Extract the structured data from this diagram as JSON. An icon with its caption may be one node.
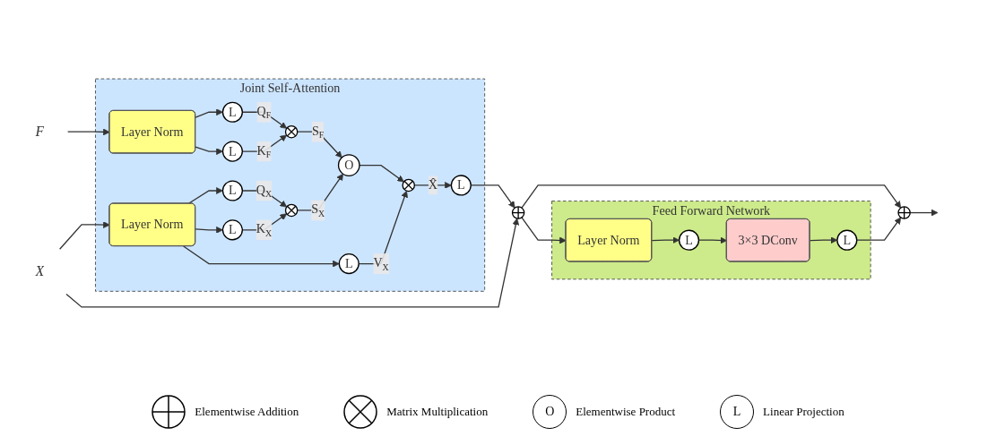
{
  "diagram": {
    "nodes": [
      {
        "text": [
          "Joint Self-Attention"
        ]
      },
      {
        "text": [
          "F"
        ]
      },
      {
        "text": [
          "X"
        ]
      },
      {
        "text": [
          "Layer Norm"
        ],
        "in": 0
      },
      {
        "text": [
          "L"
        ],
        "in": 0
      },
      {
        "text": [
          "L"
        ],
        "in": 0
      },
      {
        "text": [],
        "shape": "circle",
        "in": 0
      },
      {
        "text": [
          "O"
        ],
        "in": 0
      },
      {
        "text": [],
        "shape": "circle",
        "in": 0
      },
      {
        "text": [
          "L"
        ],
        "in": 0
      },
      {
        "text": [
          "Layer Norm"
        ],
        "in": 0
      },
      {
        "text": [
          "L"
        ],
        "in": 0
      },
      {
        "text": [
          "L"
        ],
        "in": 0
      },
      {
        "text": [],
        "shape": "circle",
        "in": 0
      },
      {
        "text": [
          "L"
        ],
        "in": 0
      },
      {
        "text": [],
        "shape": "circle"
      },
      {
        "text": [
          "Feed Forward Network"
        ]
      },
      {
        "text": [
          "Layer Norm"
        ],
        "in": 16
      },
      {
        "text": [
          "L"
        ],
        "in": 16
      },
      {
        "text": [
          "3×3 DConv"
        ],
        "in": 16
      },
      {
        "text": [
          "L"
        ],
        "in": 16
      },
      {
        "text": [],
        "shape": "circle"
      }
    ],
    "edges": [
      {
        "from": 1,
        "to": 3,
        "arrow": "to"
      },
      {
        "from": 2,
        "to": 10,
        "arrow": "to"
      },
      {
        "from": 3,
        "to": 4,
        "arrow": "to"
      },
      {
        "from": 3,
        "to": 5,
        "arrow": "to"
      },
      {
        "from": 4,
        "to": 6,
        "arrow": "to",
        "label": "Q$_{F}$"
      },
      {
        "from": 5,
        "to": 6,
        "arrow": "to",
        "label": "K$_{F}$"
      },
      {
        "from": 6,
        "to": 7,
        "arrow": "to",
        "label": "S$_{F}$"
      },
      {
        "from": 10,
        "to": 11,
        "arrow": "to"
      },
      {
        "from": 10,
        "to": 12,
        "arrow": "to"
      },
      {
        "from": 10,
        "to": 14,
        "arrow": "to"
      },
      {
        "from": 11,
        "to": 13,
        "arrow": "to",
        "label": "Q$_{X}$"
      },
      {
        "from": 12,
        "to": 13,
        "arrow": "to",
        "label": "K$_{X}$"
      },
      {
        "from": 13,
        "to": 7,
        "arrow": "to",
        "label": "S$_{X}$"
      },
      {
        "from": 7,
        "to": 8,
        "arrow": "to"
      },
      {
        "from": 14,
        "to": 8,
        "arrow": "to",
        "label": "V$_{X}$"
      },
      {
        "from": 8,
        "to": 9,
        "arrow": "to",
        "label": "X̂"
      },
      {
        "from": 9,
        "to": 15,
        "arrow": "to"
      },
      {
        "from": 2,
        "to": 15,
        "arrow": "to"
      },
      {
        "from": 15,
        "to": 17,
        "arrow": "to"
      },
      {
        "from": 15,
        "to": 21,
        "arrow": "to"
      },
      {
        "from": 17,
        "to": 18,
        "arrow": "to"
      },
      {
        "from": 18,
        "to": 19,
        "arrow": "to"
      },
      {
        "from": 19,
        "to": 20,
        "arrow": "to"
      },
      {
        "from": 20,
        "to": 21,
        "arrow": "to"
      },
      {
        "from": 21,
        "to": null,
        "arrow": "to"
      }
    ],
    "labels": [
      "O",
      "L"
    ],
    "legend": [
      {
        "text": "Elementwise Addition"
      },
      {
        "text": "Matrix Multiplication"
      },
      {
        "text": "Elementwise Product"
      },
      {
        "text": "Linear Projection"
      }
    ]
  }
}
